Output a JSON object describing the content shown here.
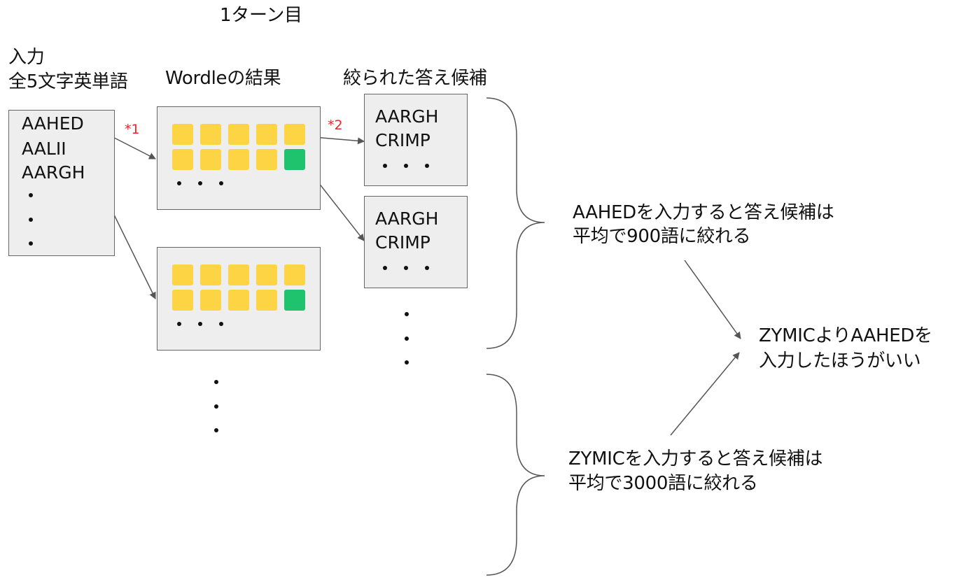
{
  "title": "1ターン目",
  "input_column": {
    "heading_line1": "入力",
    "heading_line2": "全5文字英単語",
    "words": [
      "AAHED",
      "AALII",
      "AARGH"
    ]
  },
  "result_column": {
    "heading": "Wordleの結果"
  },
  "candidate_column": {
    "heading": "絞られた答え候補",
    "box1_words": [
      "AARGH",
      "CRIMP"
    ],
    "box2_words": [
      "AARGH",
      "CRIMP"
    ]
  },
  "notes": {
    "note1": "*1",
    "note2": "*2"
  },
  "conclusions": {
    "aahed_line1": "AAHEDを入力すると答え候補は",
    "aahed_line2": "平均で900語に絞れる",
    "zymic_line1": "ZYMICを入力すると答え候補は",
    "zymic_line2": "平均で3000語に絞れる",
    "final_line1": "ZYMICよりAAHEDを",
    "final_line2": "入力したほうがいい"
  },
  "colors": {
    "yellow_tile": "#fdd443",
    "green_tile": "#1fc36e",
    "box_fill": "#eeeeee",
    "note_red": "#e8262b"
  }
}
